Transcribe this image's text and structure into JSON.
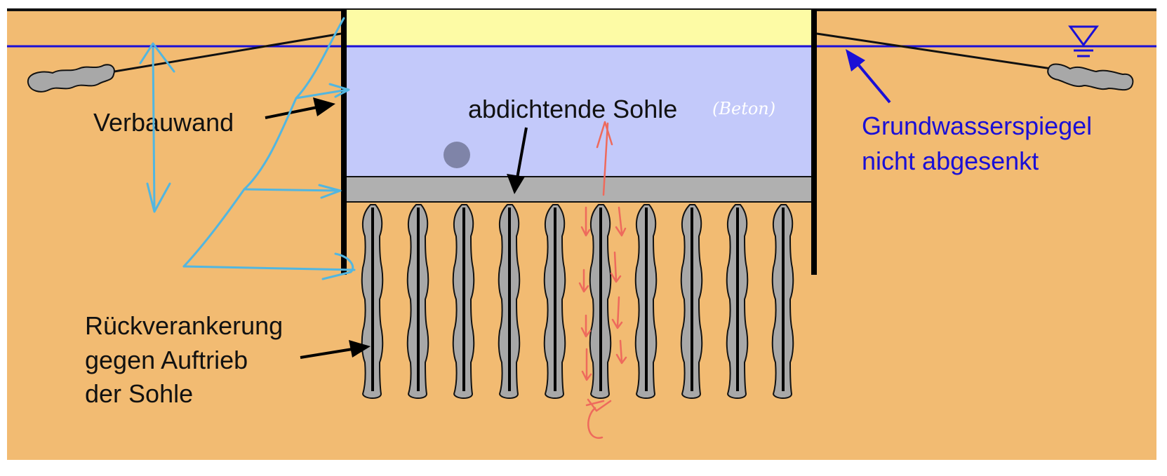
{
  "labels": {
    "wall": "Verbauwand",
    "slab": "abdichtende Sohle",
    "slab_note": "(Beton)",
    "anchor_line1": "Rückverankerung",
    "anchor_line2": "gegen Auftrieb",
    "anchor_line3": "der Sohle",
    "gw_line1": "Grundwasserspiegel",
    "gw_line2": "nicht abgesenkt"
  },
  "colors": {
    "soil": "#f2bb72",
    "water_in_pit": "#c3c9fa",
    "dry_top": "#fdfba5",
    "slab": "#b0b0b0",
    "groundwater_line": "#1a0fd6",
    "wall": "#000000",
    "pile_fill": "#a8a8a8",
    "sketch_blue": "#52b6e0",
    "sketch_red": "#ee6a5c",
    "marker": "#7f84a8"
  },
  "icons": {
    "water_level": "water-level-triangle-icon"
  },
  "piles": {
    "count": 10
  }
}
